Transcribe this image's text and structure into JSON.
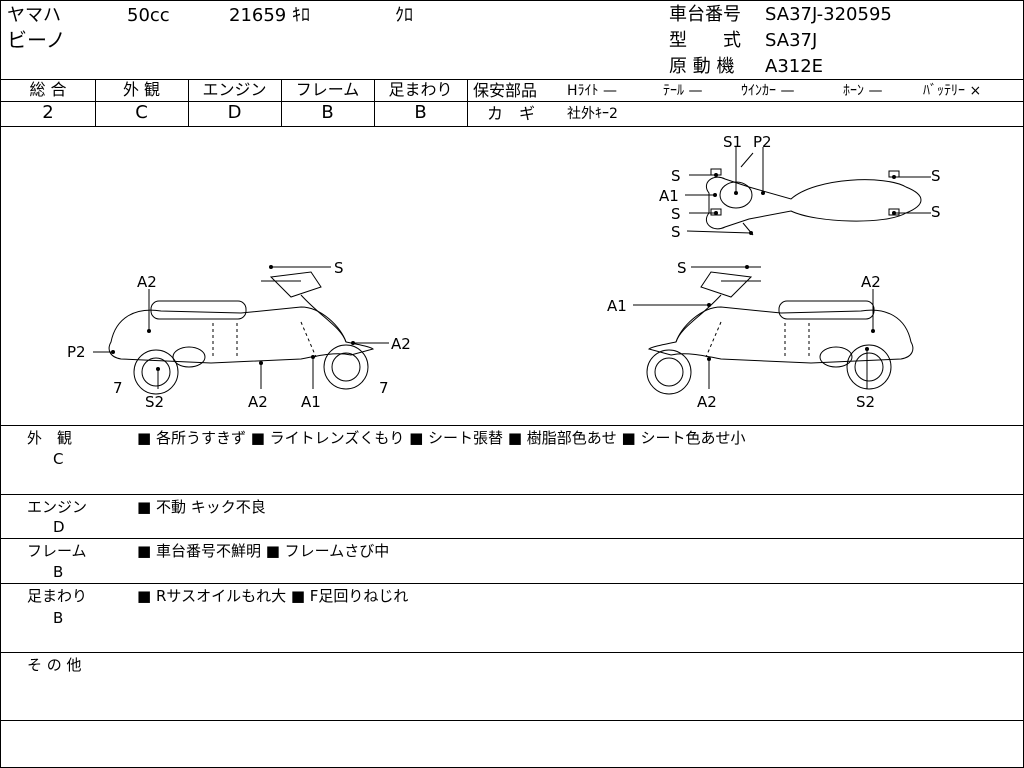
{
  "header": {
    "maker": "ヤマハ",
    "displacement": "50cc",
    "mileage": "21659 ｷﾛ",
    "color": "ｸﾛ",
    "model_name": "ビーノ",
    "frame_no_label": "車台番号",
    "frame_no": "SA37J-320595",
    "type_label": "型　　式",
    "type": "SA37J",
    "engine_label": "原 動 機",
    "engine": "A312E"
  },
  "grades": [
    {
      "label": "総 合",
      "value": "2"
    },
    {
      "label": "外 観",
      "value": "C"
    },
    {
      "label": "エンジン",
      "value": "D"
    },
    {
      "label": "フレーム",
      "value": "B"
    },
    {
      "label": "足まわり",
      "value": "B"
    }
  ],
  "safety": {
    "label": "保安部品",
    "items": [
      "Hﾗｲﾄ —",
      "ﾃｰﾙ —",
      "ｳｲﾝｶｰ —",
      "ﾎｰﾝ —",
      "ﾊﾞｯﾃﾘｰ ×"
    ],
    "key_label": "カ　ギ",
    "key_value": "社外ｷｰ2"
  },
  "diagram_marks": {
    "top": [
      "S1",
      "P2",
      "S",
      "S",
      "A1",
      "S",
      "S",
      "S"
    ],
    "left": [
      "S",
      "A2",
      "P2",
      "A2",
      "7",
      "7",
      "S2",
      "A2",
      "A1"
    ],
    "right": [
      "S",
      "A2",
      "A1",
      "A2",
      "S2"
    ]
  },
  "notes": [
    {
      "label": "外　観",
      "grade": "C",
      "text": "■ 各所うすきず ■ ライトレンズくもり ■ シート張替 ■ 樹脂部色あせ ■ シート色あせ小"
    },
    {
      "label": "エンジン",
      "grade": "D",
      "text": "■ 不動 キック不良"
    },
    {
      "label": "フレーム",
      "grade": "B",
      "text": "■ 車台番号不鮮明 ■ フレームさび中"
    },
    {
      "label": "足まわり",
      "grade": "B",
      "text": "■ Rサスオイルもれ大 ■ F足回りねじれ"
    },
    {
      "label": "そ の 他",
      "grade": "",
      "text": ""
    }
  ]
}
